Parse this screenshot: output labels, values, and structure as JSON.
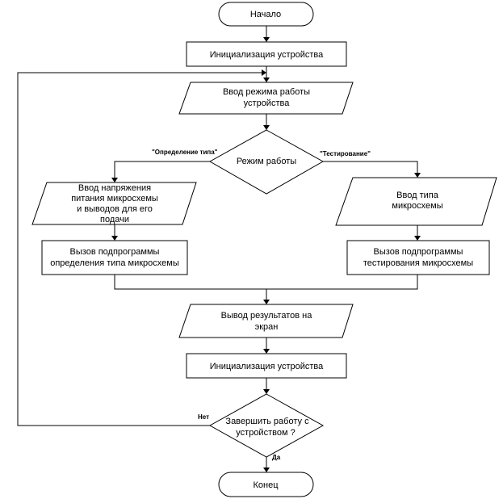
{
  "start": "Начало",
  "init_1": "Инициализация устройства",
  "mode_input": [
    "Ввод режима работы",
    "устройства"
  ],
  "mode_decision": "Режим работы",
  "branch_left": "\"Определение типа\"",
  "branch_right": "\"Тестирование\"",
  "voltage_input": [
    "Ввод напряжения",
    "питания микросхемы",
    "и выводов для его",
    "подачи"
  ],
  "type_input": [
    "Ввод типа",
    "микросхемы"
  ],
  "call_identify": [
    "Вызов подпрограммы",
    "определения типа микросхемы"
  ],
  "call_test": [
    "Вызов подпрограммы",
    "тестирования микросхемы"
  ],
  "output_results": [
    "Вывод результатов на",
    "экран"
  ],
  "init_2": "Инициализация устройства",
  "finish_decision": [
    "Завершить работу с",
    "устройством ?"
  ],
  "label_no": "Нет",
  "label_yes": "Да",
  "end": "Конец"
}
